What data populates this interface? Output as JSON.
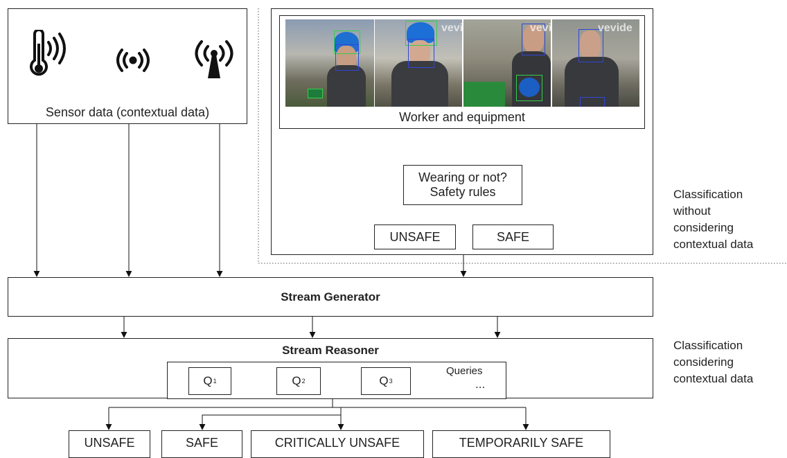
{
  "sensor_panel": {
    "caption": "Sensor data (contextual data)"
  },
  "worker_panel": {
    "caption": "Worker and equipment"
  },
  "decision": {
    "line1": "Wearing or not?",
    "line2": "Safety rules"
  },
  "local_outputs": {
    "unsafe": "UNSAFE",
    "safe": "SAFE"
  },
  "side_notes": {
    "without": [
      "Classification",
      "without",
      "considering",
      "contextual data"
    ],
    "with": [
      "Classification",
      "considering",
      "contextual data"
    ]
  },
  "stream_generator": {
    "label": "Stream Generator"
  },
  "stream_reasoner": {
    "label": "Stream Reasoner",
    "queries": [
      {
        "letter": "Q",
        "sub": "1"
      },
      {
        "letter": "Q",
        "sub": "2"
      },
      {
        "letter": "Q",
        "sub": "3"
      }
    ],
    "queries_label": "Queries",
    "ellipsis": "..."
  },
  "final_outputs": [
    "UNSAFE",
    "SAFE",
    "CRITICALLY UNSAFE",
    "TEMPORARILY SAFE"
  ],
  "photo_watermark": "vevide",
  "icons": [
    "thermometer-signal-icon",
    "wireless-sensor-icon",
    "antenna-tower-icon"
  ]
}
